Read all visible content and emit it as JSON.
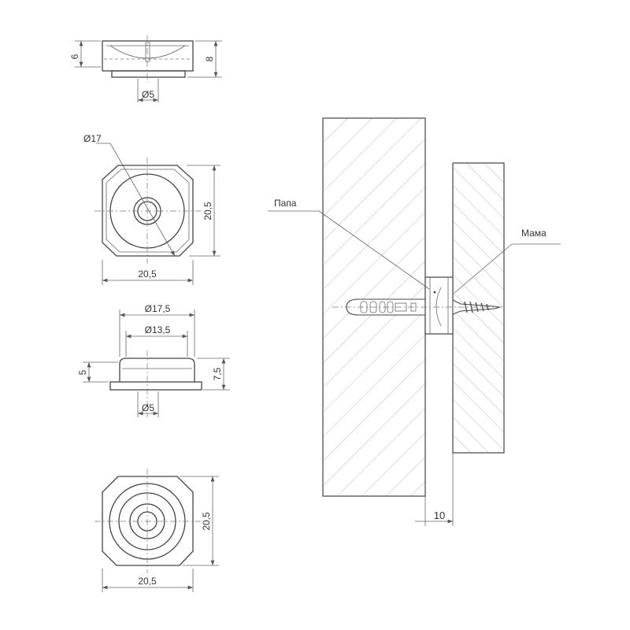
{
  "view1": {
    "height_left": "6",
    "height_right": "8",
    "hole_diameter": "Ø5"
  },
  "view2": {
    "diameter": "Ø17",
    "height": "20,5",
    "width": "20,5"
  },
  "view3": {
    "outer_diameter": "Ø17,5",
    "inner_diameter": "Ø13,5",
    "height_left": "5",
    "height_right": "7,5",
    "hole_diameter": "Ø5"
  },
  "view4": {
    "height": "20,5",
    "width": "20,5"
  },
  "assembly": {
    "label_male": "Папа",
    "label_female": "Мама",
    "gap": "10"
  }
}
